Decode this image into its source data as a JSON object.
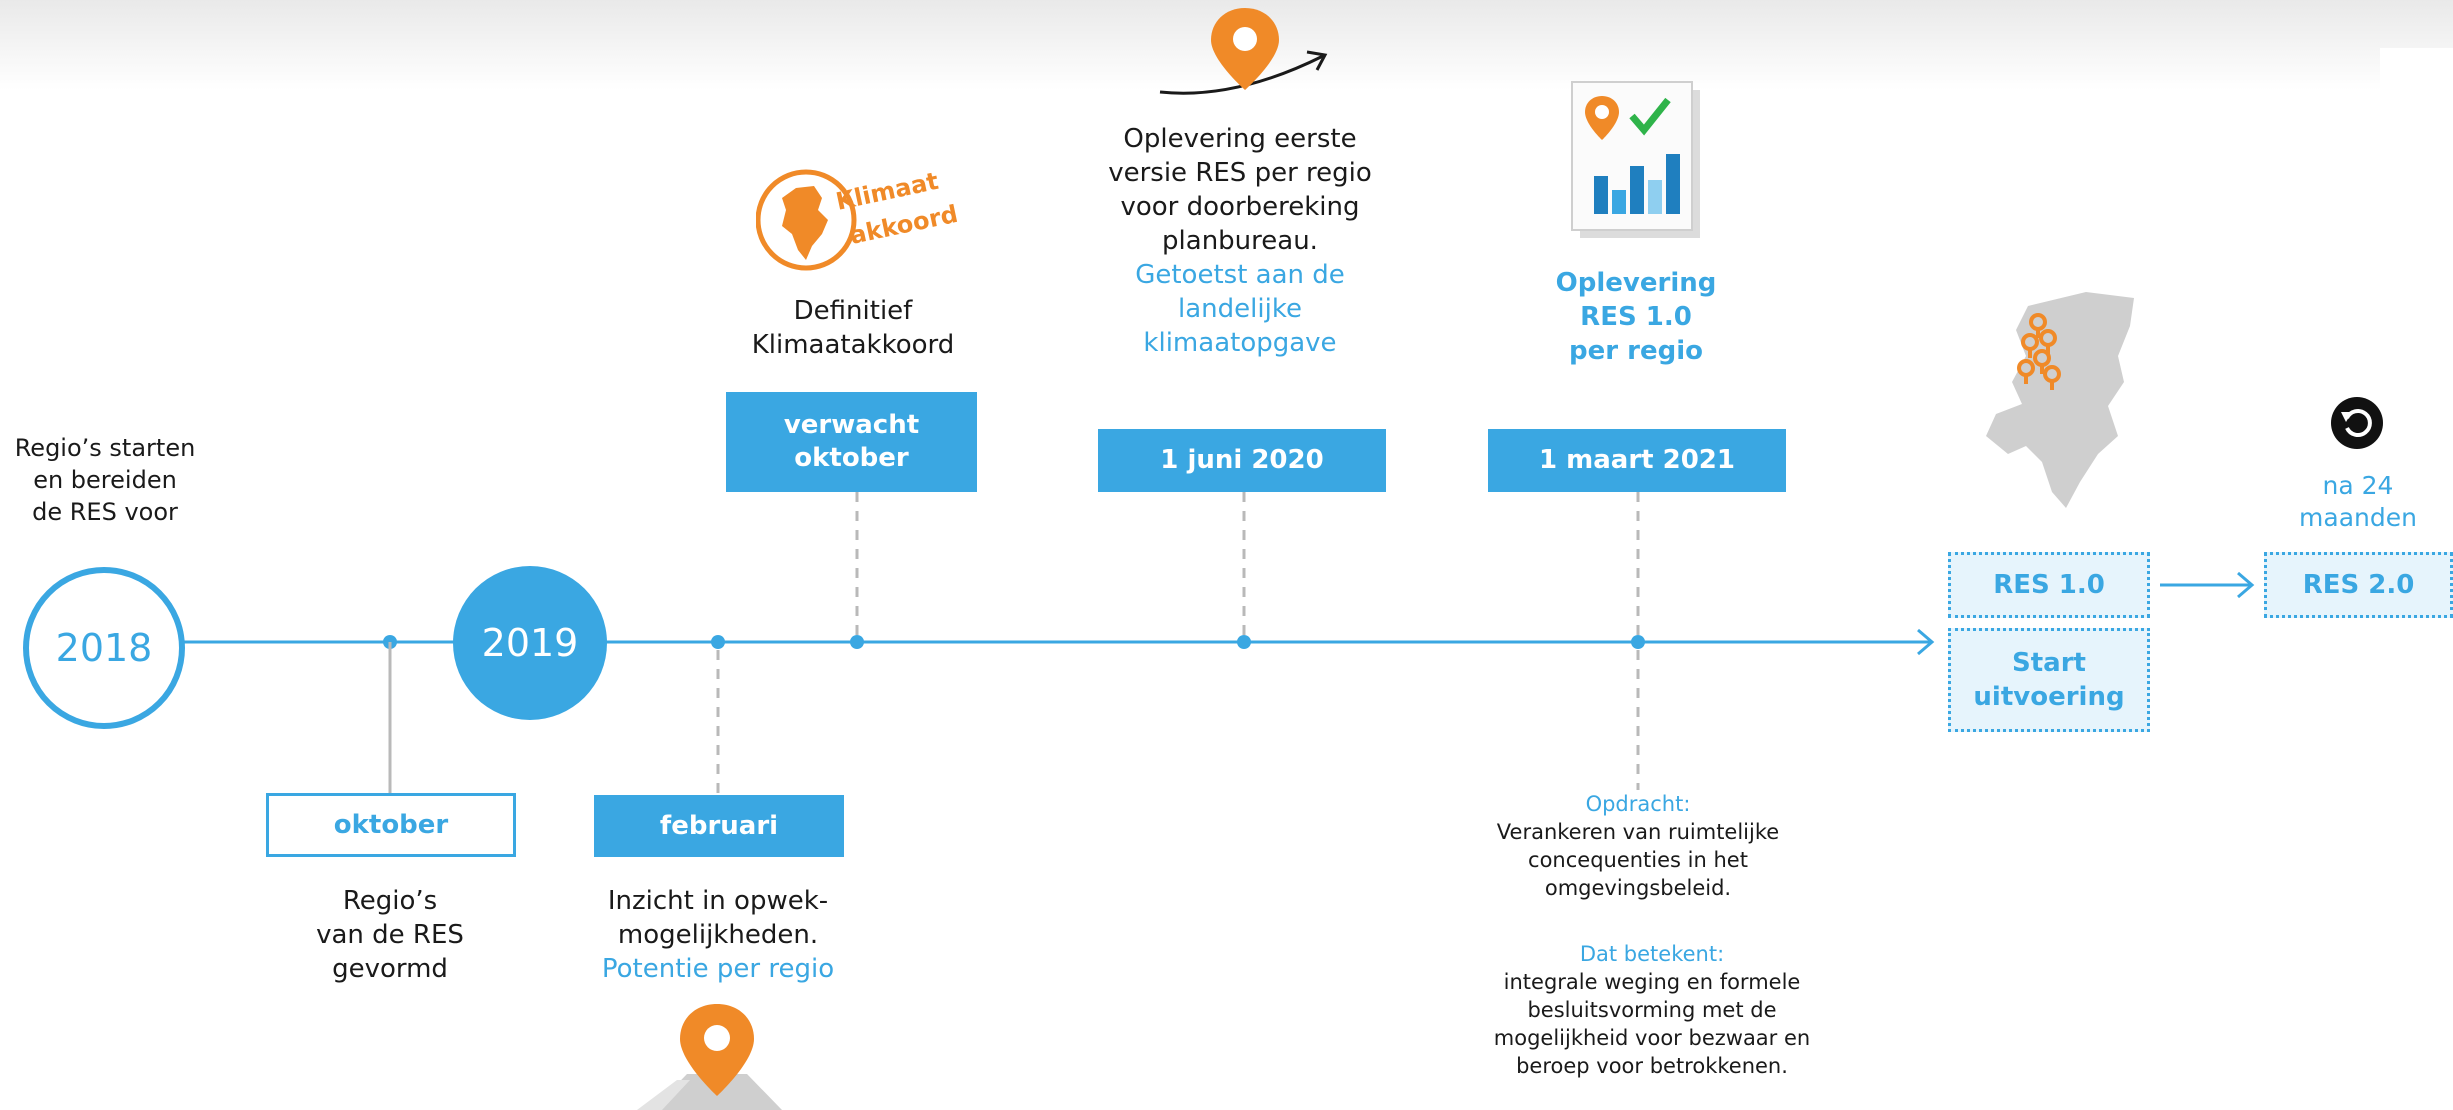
{
  "colors": {
    "accent": "#3aa7e2",
    "orange": "#f08a28",
    "grey": "#cfcfcf",
    "dark": "#1a1a1a"
  },
  "start": {
    "intro_lines": [
      "Regio’s starten",
      "en bereiden",
      "de RES voor"
    ],
    "year": "2018"
  },
  "oktober": {
    "badge": "oktober",
    "lines": [
      "Regio’s",
      "van de RES",
      "gevormd"
    ]
  },
  "year_2019": "2019",
  "februari": {
    "badge": "februari",
    "lines": [
      "Inzicht in opwek-",
      "mogelijkheden."
    ],
    "sub": "Potentie per regio",
    "icon": "map-pin-road-icon"
  },
  "klimaat": {
    "icon_text": [
      "Klimaat",
      "akkoord"
    ],
    "lines": [
      "Definitief",
      "Klimaatakkoord"
    ],
    "badge_lines": [
      "verwacht",
      "oktober"
    ],
    "icon": "netherlands-klimaat-akkoord-icon"
  },
  "juni": {
    "lines": [
      "Oplevering eerste",
      "versie RES per regio",
      "voor doorbereking",
      "planbureau."
    ],
    "sub_lines": [
      "Getoetst aan de",
      "landelijke",
      "klimaatopgave"
    ],
    "badge": "1 juni 2020",
    "icon": "map-pin-arrow-icon"
  },
  "maart": {
    "lines": [
      "Oplevering",
      "RES 1.0",
      "per regio"
    ],
    "badge": "1 maart 2021",
    "icon": "report-chart-check-icon",
    "opdracht_label": "Opdracht:",
    "opdracht_lines": [
      "Verankeren van ruimtelijke",
      "concequenties in het",
      "omgevingsbeleid."
    ],
    "betekent_label": "Dat betekent:",
    "betekent_lines": [
      "integrale weging en formele",
      "besluitsvorming met de",
      "mogelijkheid voor bezwaar en",
      "beroep voor betrokkenen."
    ]
  },
  "end": {
    "map_icon": "netherlands-map-pins-icon",
    "res1": "RES 1.0",
    "start_lines": [
      "Start",
      "uitvoering"
    ],
    "cycle_icon": "cycle-icon",
    "after_lines": [
      "na 24",
      "maanden"
    ],
    "res2": "RES 2.0"
  }
}
